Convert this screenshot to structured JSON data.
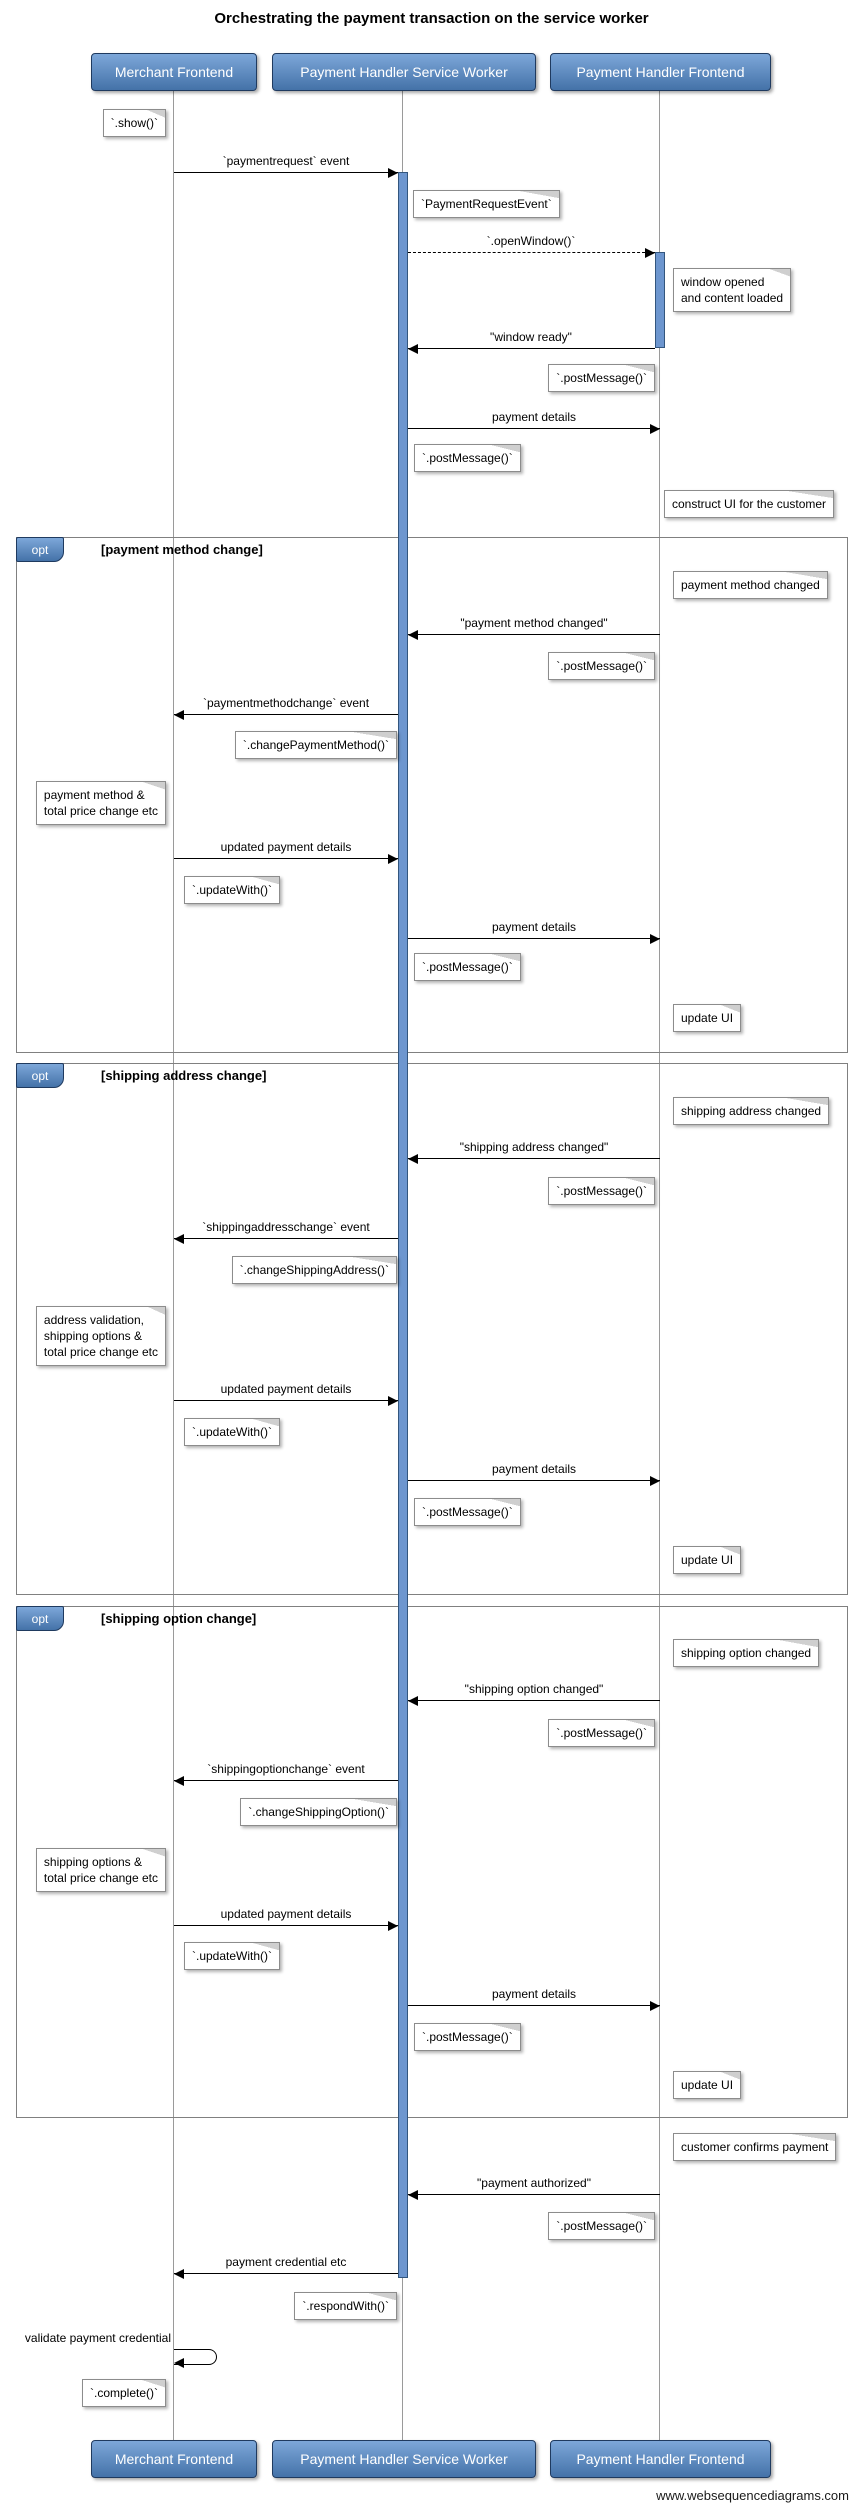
{
  "title": "Orchestrating the payment transaction on the service worker",
  "watermark": "www.websequencediagrams.com",
  "participants": [
    {
      "label": "Merchant Frontend"
    },
    {
      "label": "Payment Handler Service Worker"
    },
    {
      "label": "Payment Handler Frontend"
    }
  ],
  "frames": [
    {
      "keyword": "opt",
      "condition": "[payment method change]"
    },
    {
      "keyword": "opt",
      "condition": "[shipping address change]"
    },
    {
      "keyword": "opt",
      "condition": "[shipping option change]"
    }
  ],
  "messages": [
    "`paymentrequest` event",
    "`.openWindow()`",
    "\"window ready\"",
    "payment details",
    "\"payment method changed\"",
    "`paymentmethodchange` event",
    "updated payment details",
    "payment details",
    "\"shipping address changed\"",
    "`shippingaddresschange` event",
    "updated payment details",
    "payment details",
    "\"shipping option changed\"",
    "`shippingoptionchange` event",
    "updated payment details",
    "payment details",
    "\"payment authorized\"",
    "payment credential etc",
    "validate payment credential"
  ],
  "notes": [
    "`.show()`",
    "`PaymentRequestEvent`",
    "window opened\nand content loaded",
    "`.postMessage()`",
    "`.postMessage()`",
    "construct UI for the customer",
    "payment method changed",
    "`.postMessage()`",
    "`.changePaymentMethod()`",
    "payment method &\ntotal price change etc",
    "`.updateWith()`",
    "`.postMessage()`",
    "update UI",
    "shipping address changed",
    "`.postMessage()`",
    "`.changeShippingAddress()`",
    "address validation,\nshipping options &\ntotal price change etc",
    "`.updateWith()`",
    "`.postMessage()`",
    "update UI",
    "shipping option changed",
    "`.postMessage()`",
    "`.changeShippingOption()`",
    "shipping options &\ntotal price change etc",
    "`.updateWith()`",
    "`.postMessage()`",
    "update UI",
    "customer confirms payment",
    "`.postMessage()`",
    "`.respondWith()`",
    "`.complete()`"
  ],
  "colors": {
    "participant_fill_top": "#7da7d9",
    "participant_fill_bottom": "#4472a8",
    "activation_fill": "#6d96cf",
    "frame_label_fill": "#4f81bd",
    "note_fill": "#ffffff",
    "line": "#000000"
  }
}
